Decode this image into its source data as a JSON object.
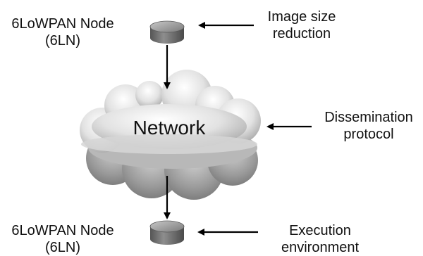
{
  "top_node": {
    "line1": "6LoWPAN Node",
    "line2": "(6LN)"
  },
  "bottom_node": {
    "line1": "6LoWPAN Node",
    "line2": "(6LN)"
  },
  "network": {
    "label": "Network"
  },
  "annotations": [
    {
      "line1": "Image size",
      "line2": "reduction"
    },
    {
      "line1": "Dissemination",
      "line2": "protocol"
    },
    {
      "line1": "Execution",
      "line2": "environment"
    }
  ],
  "colors": {
    "cylinder_top": "#9c9c9c",
    "cylinder_body": "#6a6a6a",
    "cloud_light": "#f4f4f4",
    "cloud_dark": "#8c8c8c",
    "arrow": "#000000"
  },
  "icons": {
    "node": "cylinder-icon",
    "network": "cloud-icon"
  }
}
